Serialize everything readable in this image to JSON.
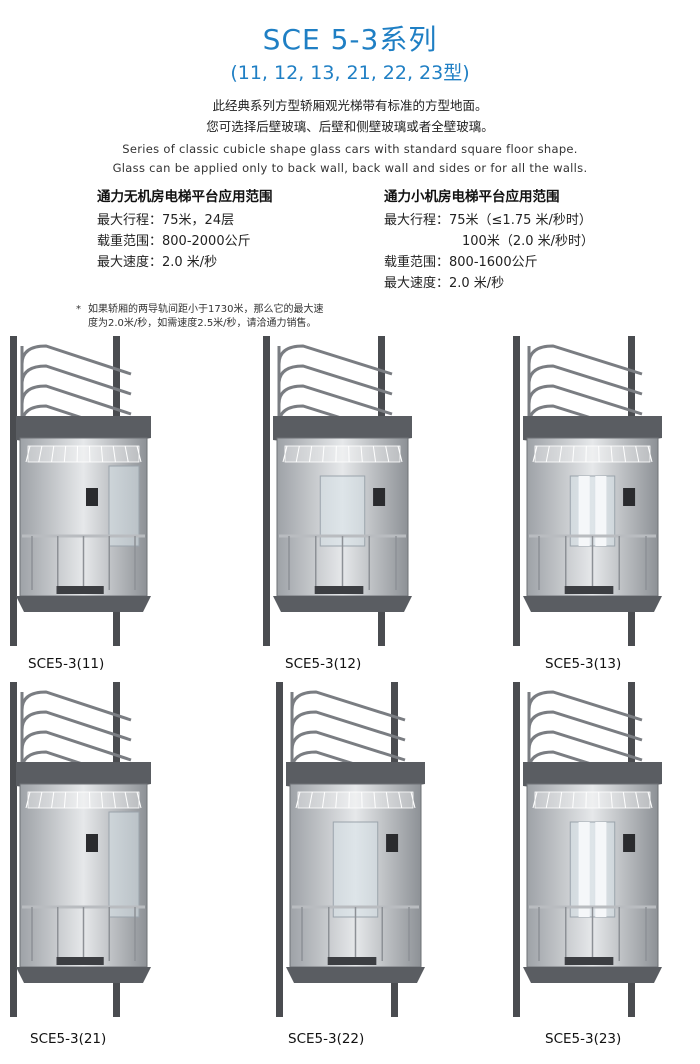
{
  "header": {
    "title": "SCE 5-3系列",
    "subtitle": "(11, 12, 13, 21, 22, 23型)"
  },
  "description": {
    "cn_line1": "此经典系列方型轿厢观光梯带有标准的方型地面。",
    "cn_line2": "您可选择后壁玻璃、后壁和侧壁玻璃或者全壁玻璃。",
    "en_line1": "Series of classic cubicle shape glass cars with standard square floor shape.",
    "en_line2": "Glass can be applied only to back wall, back wall and sides or for all the walls."
  },
  "spec_left": {
    "heading": "通力无机房电梯平台应用范围",
    "rows": [
      "最大行程：75米，24层",
      "载重范围：800-2000公斤",
      "最大速度：2.0 米/秒"
    ]
  },
  "spec_right": {
    "heading": "通力小机房电梯平台应用范围",
    "rows": [
      "最大行程：75米（≤1.75 米/秒时）",
      "100米（2.0 米/秒时）",
      "载重范围：800-1600公斤",
      "最大速度：2.0 米/秒"
    ]
  },
  "note": {
    "star": "*",
    "line1": "如果轿厢的两导轨间距小于1730米，那么它的最大速",
    "line2": "度为2.0米/秒，如需速度2.5米/秒，请洽通力销售。"
  },
  "models": [
    {
      "caption": "SCE5-3(11)",
      "glass": "back",
      "facing": "left"
    },
    {
      "caption": "SCE5-3(12)",
      "glass": "back-sides",
      "facing": "front"
    },
    {
      "caption": "SCE5-3(13)",
      "glass": "all",
      "facing": "front"
    },
    {
      "caption": "SCE5-3(21)",
      "glass": "back",
      "facing": "left"
    },
    {
      "caption": "SCE5-3(22)",
      "glass": "back-sides",
      "facing": "front"
    },
    {
      "caption": "SCE5-3(23)",
      "glass": "all",
      "facing": "front"
    }
  ],
  "colors": {
    "accent": "#1f7fc4",
    "steel_dark": "#5a5d62",
    "steel_light": "#cfd2d6",
    "rail": "#4a4c50"
  }
}
